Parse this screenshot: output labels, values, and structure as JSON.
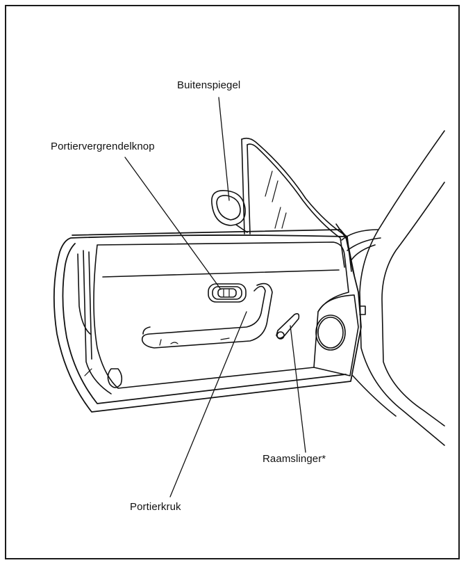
{
  "diagram": {
    "subject": "car-door-interior",
    "labels": {
      "mirror": "Buitenspiegel",
      "lock_knob": "Portiervergrendelknop",
      "window_crank": "Raamslinger*",
      "door_handle": "Portierkruk"
    }
  }
}
